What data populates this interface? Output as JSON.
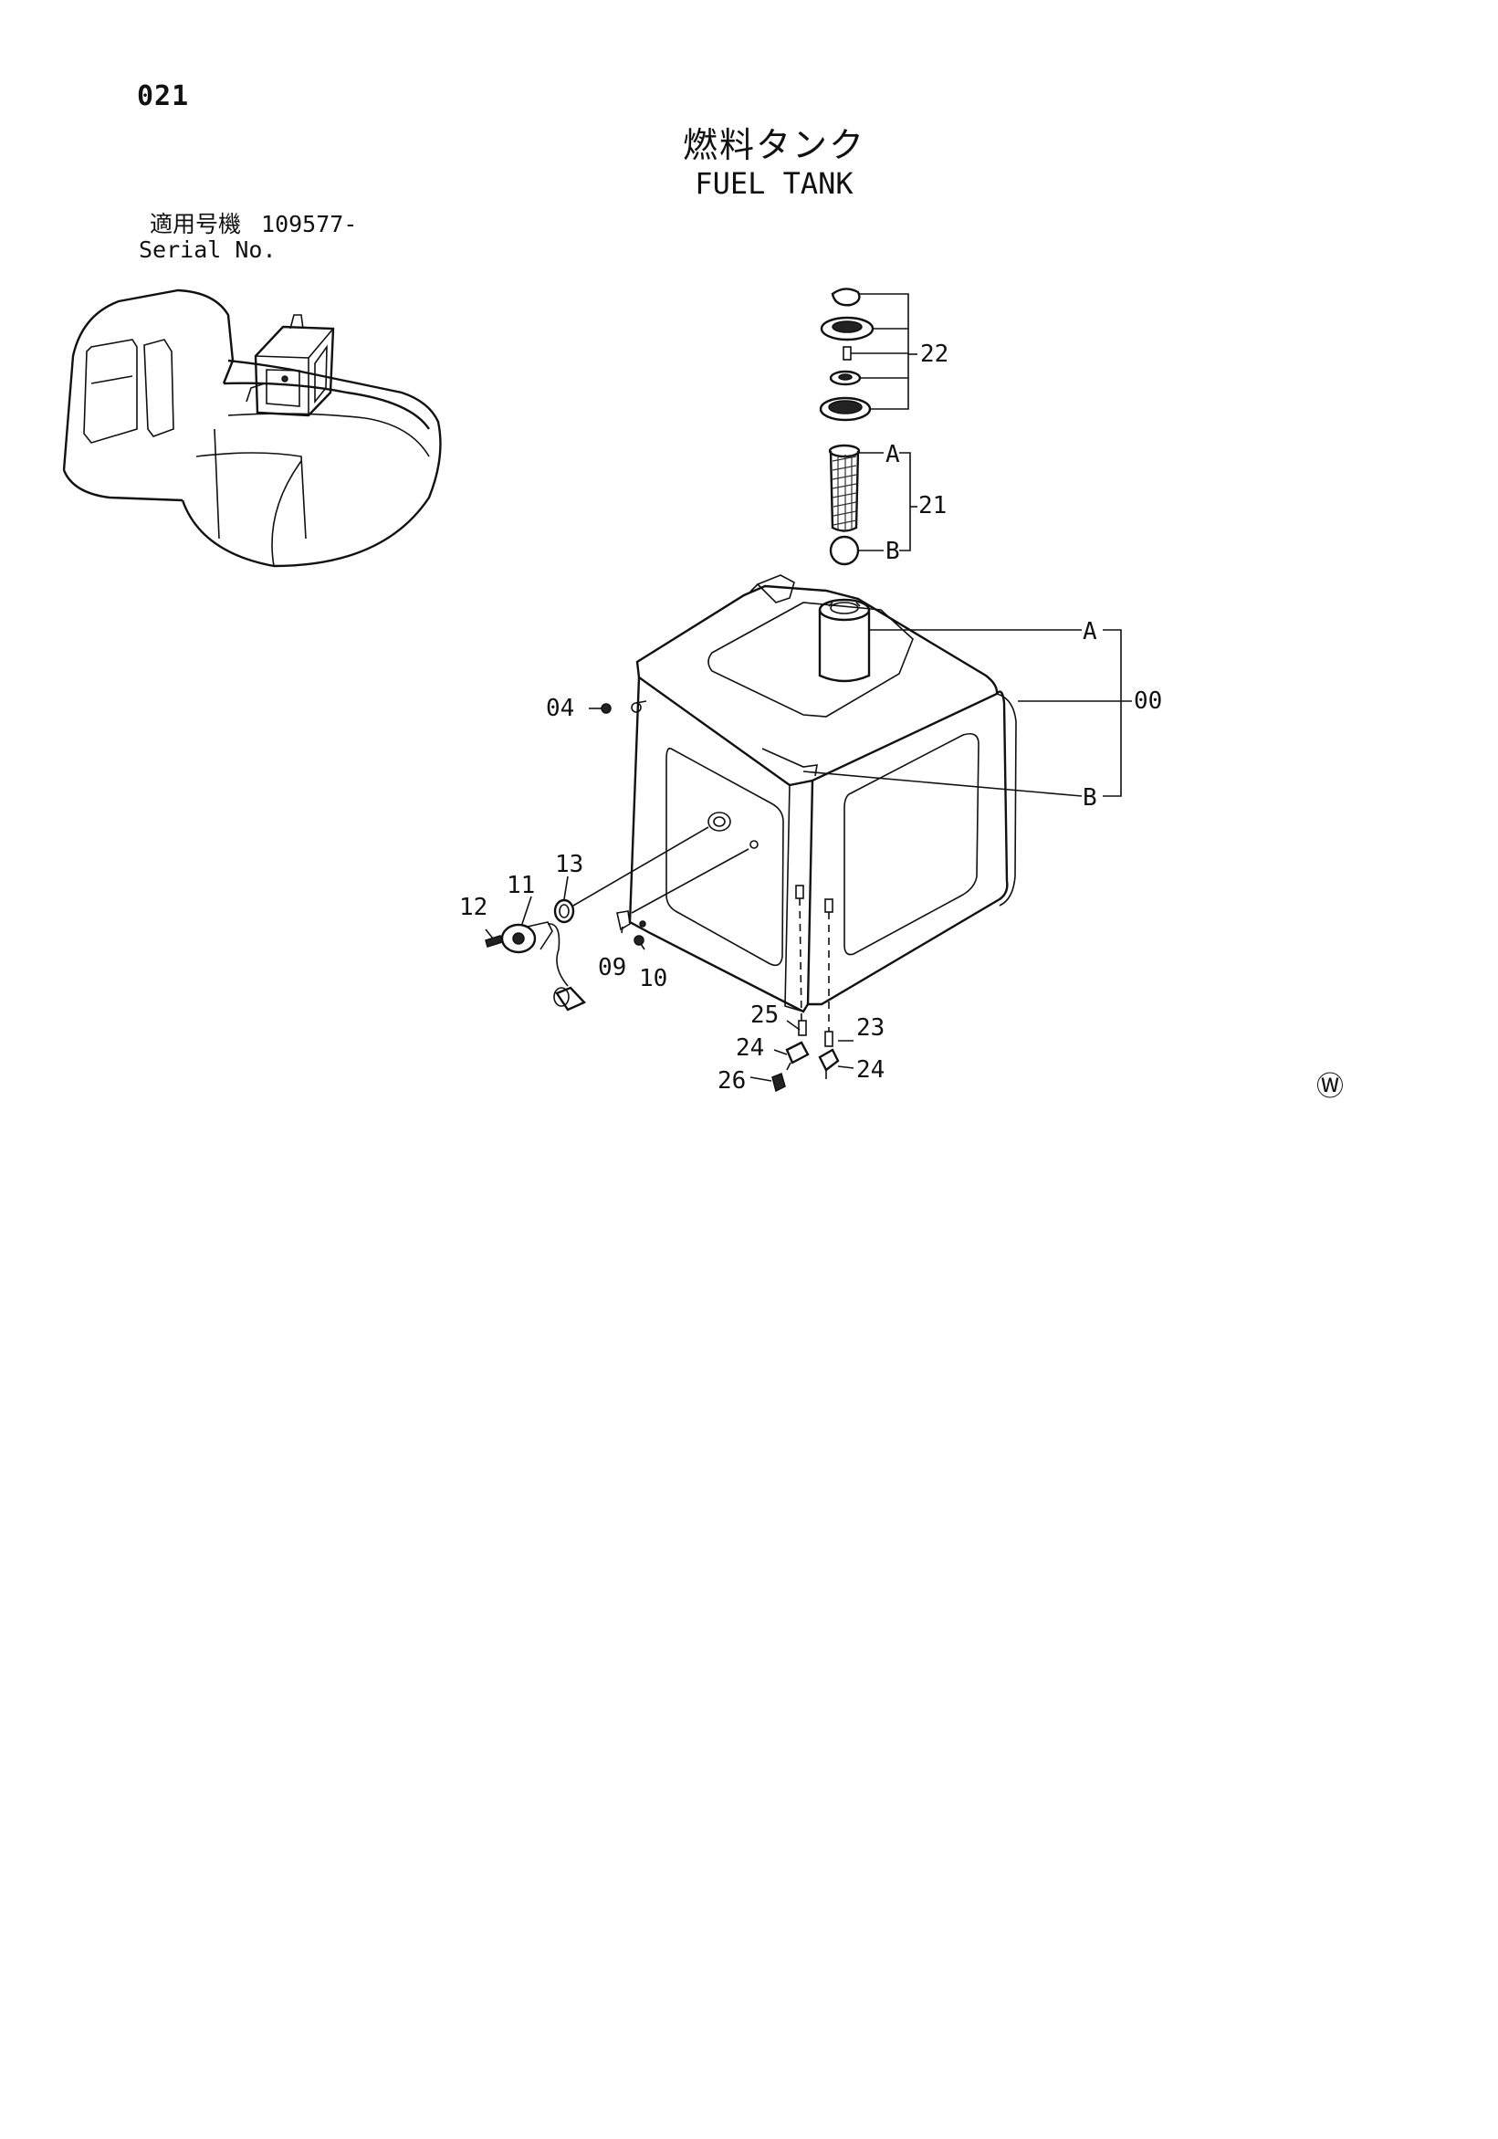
{
  "page_number": "021",
  "title_jp": "燃料タンク",
  "title_en": "FUEL TANK",
  "serial": {
    "label_jp": "適用号機",
    "value": "109577-",
    "label_en": "Serial No."
  },
  "callouts": {
    "p22": "22",
    "p21": "21",
    "pA_top": "A",
    "pB_top": "B",
    "pA_main": "A",
    "pB_main": "B",
    "p00": "00",
    "p04": "04",
    "p13": "13",
    "p11": "11",
    "p12": "12",
    "p09": "09",
    "p10": "10",
    "p25": "25",
    "p23": "23",
    "p24a": "24",
    "p24b": "24",
    "p26": "26"
  },
  "watermark_symbol": "Ⓦ"
}
